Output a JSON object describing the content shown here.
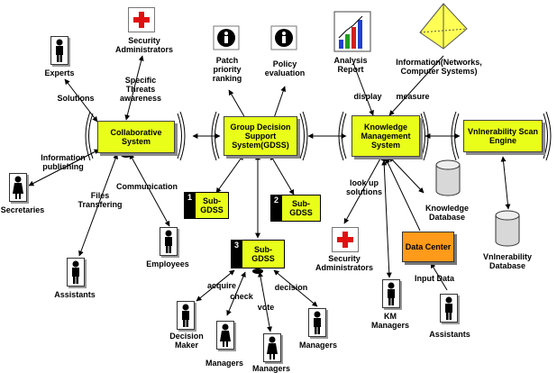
{
  "systems": {
    "collab": "Collaborative System",
    "gdss": "Group Decision Support System(GDSS)",
    "kms": "Knowledge Management System",
    "vse": "Vnlnerability Scan Engine"
  },
  "subs": [
    {
      "num": "1",
      "label": "Sub-GDSS"
    },
    {
      "num": "2",
      "label": "Sub-GDSS"
    },
    {
      "num": "3",
      "label": "Sub-GDSS"
    }
  ],
  "labels": {
    "experts": "Experts",
    "security_admin_top": "Security Administrators",
    "solutions": "Solutions",
    "specific_threats": "Specific Threats awareness",
    "info_publishing": "Information publishing",
    "secretaries": "Secretaries",
    "files_transfering": "Files Transfering",
    "communication": "Communication",
    "employees": "Employees",
    "assistants_left": "Assistants",
    "patch_priority": "Patch priority ranking",
    "policy_eval": "Policy evaluation",
    "analysis_report": "Analysis Report",
    "info_networks": "Information(Networks, Computer Systems)",
    "display": "display",
    "measure": "measure",
    "look_up": "look up solutions",
    "knowledge_db": "Knowledge Database",
    "vuln_db": "Vnlnerability Database",
    "security_admin_bottom": "Security Administrators",
    "data_center": "Data Center",
    "input_data": "Input Data",
    "km_managers": "KM Managers",
    "assistants_right": "Assistants",
    "acquire": "acquire",
    "check": "check",
    "vote": "vote",
    "decision": "decision",
    "decision_maker": "Decision Maker",
    "managers_1": "Managers",
    "managers_2": "Managers",
    "managers_3": "Managers"
  },
  "colors": {
    "system_fill": "#e9ff1a",
    "data_center_fill": "#ff9a1a",
    "red_cross": "#e01010",
    "pyramid": "#ffff55"
  }
}
